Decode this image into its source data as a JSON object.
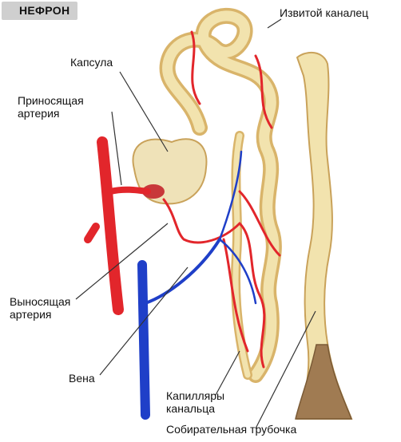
{
  "title": "НЕФРОН",
  "labels": {
    "convoluted_tubule": "Извитой каналец",
    "capsule": "Капсула",
    "afferent_artery_1": "Приносящая",
    "afferent_artery_2": "артерия",
    "efferent_artery_1": "Выносящая",
    "efferent_artery_2": "артерия",
    "vein": "Вена",
    "capillaries_1": "Капилляры",
    "capillaries_2": "канальца",
    "collecting_duct": "Собирательная трубочка"
  },
  "colors": {
    "artery": "#e2262b",
    "vein": "#1f3fc8",
    "tubule": "#f2e3ae",
    "tubule_shade": "#d9b46a",
    "capsule": "#efe2b8"
  }
}
